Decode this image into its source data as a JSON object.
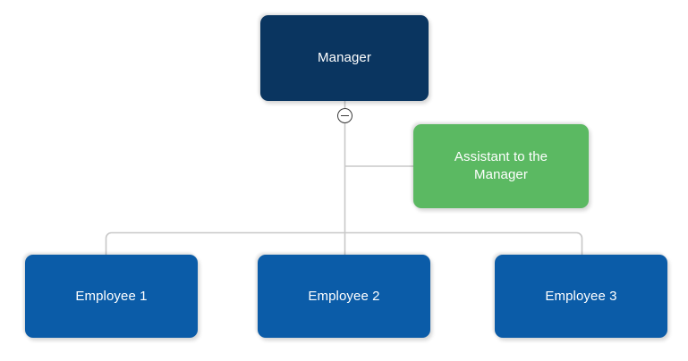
{
  "chart": {
    "type": "org-chart",
    "title": "",
    "background_color": "#ffffff",
    "connector_color": "#c8c8c8",
    "nodes": [
      {
        "id": "manager",
        "label": "Manager",
        "role": "root",
        "color": "#0a3560",
        "text_color": "#ffffff"
      },
      {
        "id": "assistant",
        "label": "Assistant to the\nManager",
        "role": "assistant",
        "color": "#5bb962",
        "text_color": "#ffffff"
      },
      {
        "id": "employee-1",
        "label": "Employee 1",
        "role": "subordinate",
        "color": "#0b5ca8",
        "text_color": "#ffffff"
      },
      {
        "id": "employee-2",
        "label": "Employee 2",
        "role": "subordinate",
        "color": "#0b5ca8",
        "text_color": "#ffffff"
      },
      {
        "id": "employee-3",
        "label": "Employee 3",
        "role": "subordinate",
        "color": "#0b5ca8",
        "text_color": "#ffffff"
      }
    ],
    "edges": [
      {
        "from": "manager",
        "to": "assistant"
      },
      {
        "from": "manager",
        "to": "employee-1"
      },
      {
        "from": "manager",
        "to": "employee-2"
      },
      {
        "from": "manager",
        "to": "employee-3"
      }
    ],
    "controls": {
      "collapse_toggle": {
        "icon": "minus-circle-icon",
        "state": "expanded",
        "attached_to": "manager"
      }
    }
  }
}
